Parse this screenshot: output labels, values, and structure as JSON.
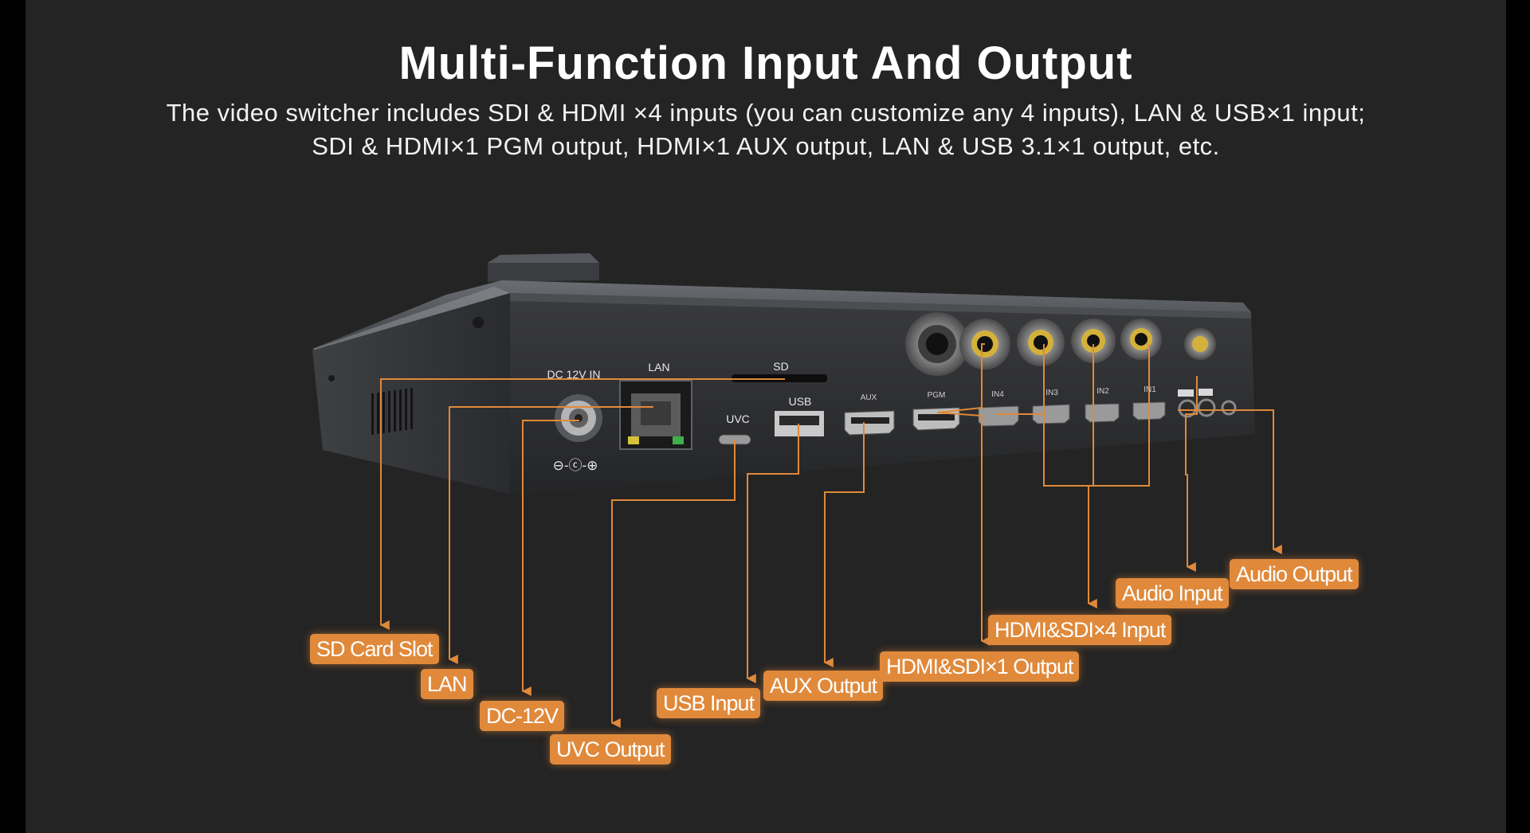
{
  "heading": {
    "title": "Multi-Function Input And Output",
    "line1": "The video switcher includes SDI & HDMI ×4 inputs (you can customize any 4 inputs), LAN & USB×1 input;",
    "line2": "SDI & HDMI×1 PGM output, HDMI×1 AUX output, LAN & USB 3.1×1 output, etc."
  },
  "port_labels": {
    "dc": "DC 12V IN",
    "lan": "LAN",
    "sd": "SD",
    "usb": "USB",
    "uvc": "UVC",
    "aux": "AUX",
    "pgm": "PGM",
    "in4": "IN4",
    "in3": "IN3",
    "in2": "IN2",
    "in1": "IN1",
    "polarity": "⊖-ⓒ-⊕"
  },
  "callouts": {
    "sd_card_slot": "SD Card Slot",
    "lan": "LAN",
    "dc_12v": "DC-12V",
    "uvc_output": "UVC Output",
    "usb_input": "USB Input",
    "aux_output": "AUX Output",
    "hdmi_sdi_output": "HDMI&SDI×1 Output",
    "hdmi_sdi_input": "HDMI&SDI×4 Input",
    "audio_input": "Audio Input",
    "audio_output": "Audio Output"
  },
  "colors": {
    "background": "#242424",
    "accent": "#e0893a",
    "device_body": "#2e2f31"
  }
}
